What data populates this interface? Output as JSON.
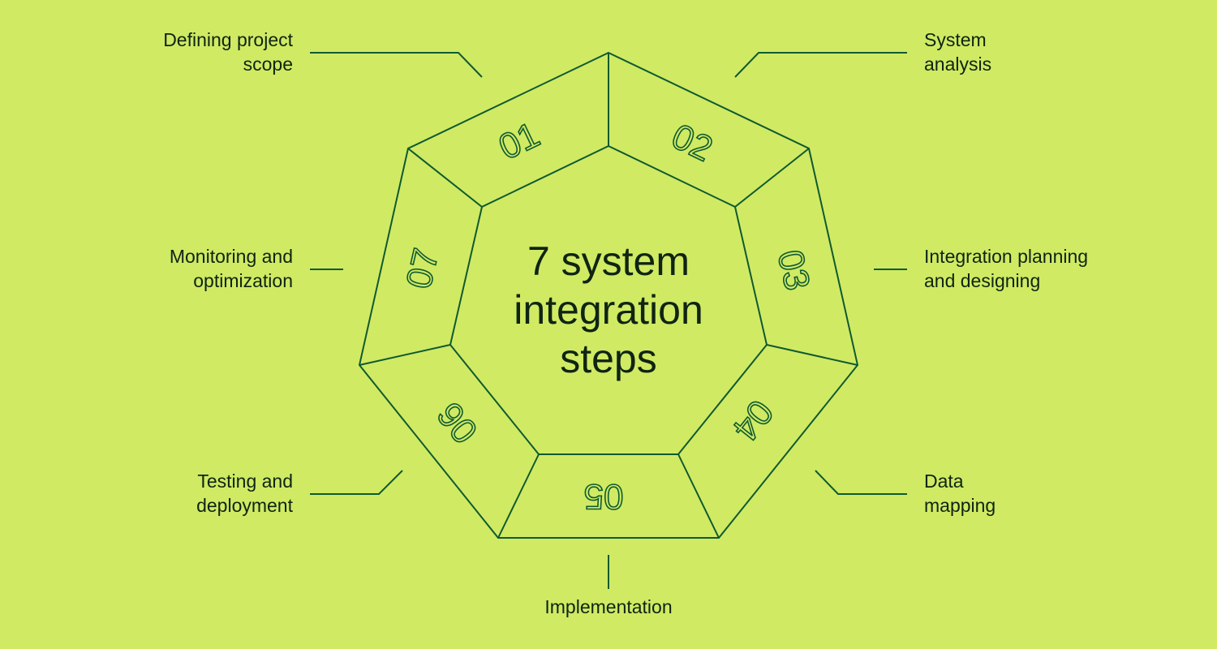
{
  "center_title": "7 system\nintegration\nsteps",
  "steps": [
    {
      "number": "01",
      "label": "Defining project\nscope"
    },
    {
      "number": "02",
      "label": "System\nanalysis"
    },
    {
      "number": "03",
      "label": "Integration planning\nand designing"
    },
    {
      "number": "04",
      "label": "Data\nmapping"
    },
    {
      "number": "05",
      "label": "Implementation"
    },
    {
      "number": "06",
      "label": "Testing and\ndeployment"
    },
    {
      "number": "07",
      "label": "Monitoring and\noptimization"
    }
  ],
  "colors": {
    "background": "#d0ea64",
    "line": "#0f5a30",
    "text": "#0f2412"
  }
}
